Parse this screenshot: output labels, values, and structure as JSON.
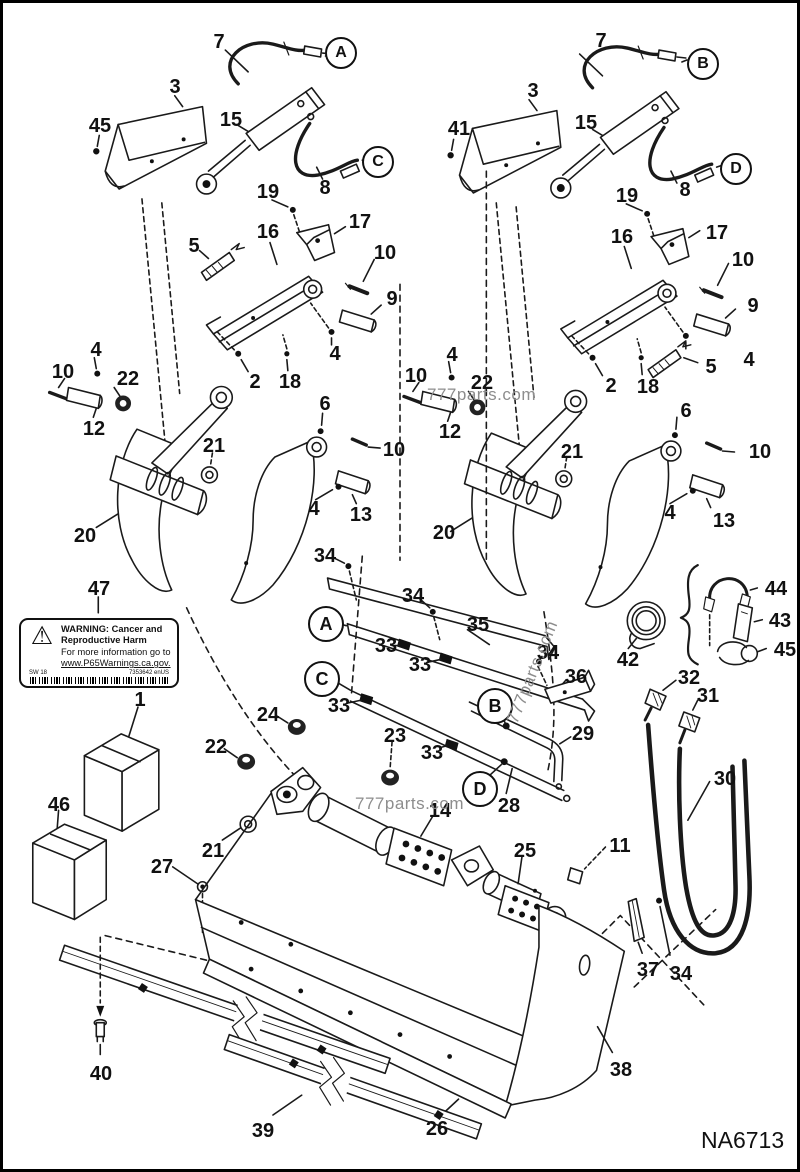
{
  "figure_code": "NA6713",
  "watermark": "777parts.com",
  "circles": {
    "A": "A",
    "B": "B",
    "C": "C",
    "D": "D"
  },
  "parts": {
    "1": "1",
    "2": "2",
    "3": "3",
    "4": "4",
    "5": "5",
    "6": "6",
    "7": "7",
    "8": "8",
    "9": "9",
    "10": "10",
    "11": "11",
    "12": "12",
    "13": "13",
    "14": "14",
    "15": "15",
    "16": "16",
    "17": "17",
    "18": "18",
    "19": "19",
    "20": "20",
    "21": "21",
    "22": "22",
    "23": "23",
    "24": "24",
    "25": "25",
    "26": "26",
    "27": "27",
    "28": "28",
    "29": "29",
    "30": "30",
    "31": "31",
    "32": "32",
    "33": "33",
    "34": "34",
    "35": "35",
    "36": "36",
    "37": "37",
    "38": "38",
    "39": "39",
    "40": "40",
    "41": "41",
    "42": "42",
    "43": "43",
    "44": "44",
    "45": "45",
    "46": "46",
    "47": "47"
  },
  "warning_label": {
    "heading": "WARNING:",
    "heading_rest": "Cancer and Reproductive Harm",
    "line2": "For more information go to",
    "link": "www.P65Warnings.ca.gov.",
    "footer_left": "SW 18",
    "footer_right": "7353642 enUS",
    "triangle_icon": "⚠"
  }
}
